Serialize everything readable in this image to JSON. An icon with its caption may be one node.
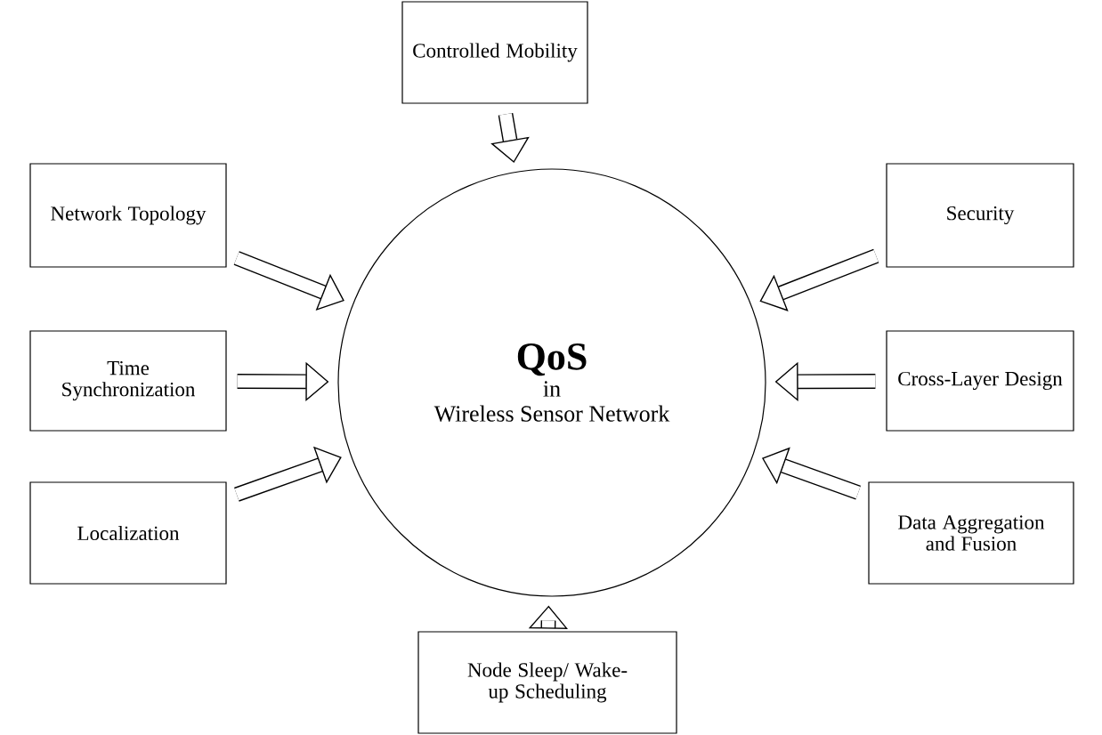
{
  "diagram": {
    "nodes": [
      {
        "text": [
          "Controlled Mobility"
        ]
      },
      {
        "text": [
          "Network Topology"
        ]
      },
      {
        "text": [
          "Security"
        ]
      },
      {
        "text": [
          "QoS",
          "in",
          "Wireless Sensor Network"
        ]
      },
      {
        "text": [
          "Time Synchronization"
        ]
      },
      {
        "text": [
          "Cross-Layer Design"
        ]
      },
      {
        "text": [
          "Localization"
        ]
      },
      {
        "text": [
          "Data Aggregation and Fusion"
        ]
      },
      {
        "text": [
          "Node Sleep/ Wake-up Scheduling"
        ]
      }
    ],
    "edges": [
      {
        "from": 0,
        "to": 3,
        "arrow": "to"
      },
      {
        "from": 1,
        "to": 3,
        "arrow": "to"
      },
      {
        "from": 2,
        "to": 3,
        "arrow": "to"
      },
      {
        "from": 4,
        "to": 3,
        "arrow": "to"
      },
      {
        "from": 5,
        "to": 3,
        "arrow": "to"
      },
      {
        "from": 6,
        "to": 3,
        "arrow": "to"
      },
      {
        "from": 7,
        "to": 3,
        "arrow": "to"
      },
      {
        "from": 8,
        "to": 3,
        "arrow": "to"
      }
    ]
  }
}
